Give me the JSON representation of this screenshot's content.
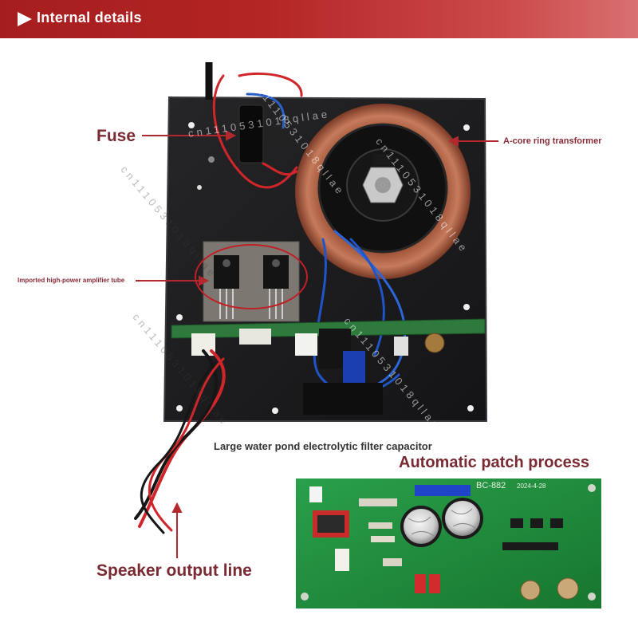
{
  "banner": {
    "title": "Internal details",
    "color": "#b32424",
    "icon": "play-triangle-icon"
  },
  "callouts": {
    "fuse": "Fuse",
    "transformer": "A-core ring transformer",
    "amplifier_tube": "Imported high-power amplifier tube",
    "capacitor": "Large water pond electrolytic filter capacitor",
    "patch_process": "Automatic patch process",
    "speaker_output": "Speaker output line"
  },
  "pcb_print": {
    "model": "BC-882",
    "date": "2024-4-28"
  },
  "watermark": "cn1110531018qllae",
  "colors": {
    "callout_text": "#7a2a32",
    "arrow": "#b3282d",
    "panel": "#1c1c1e",
    "pcb": "#1f8a3a"
  }
}
